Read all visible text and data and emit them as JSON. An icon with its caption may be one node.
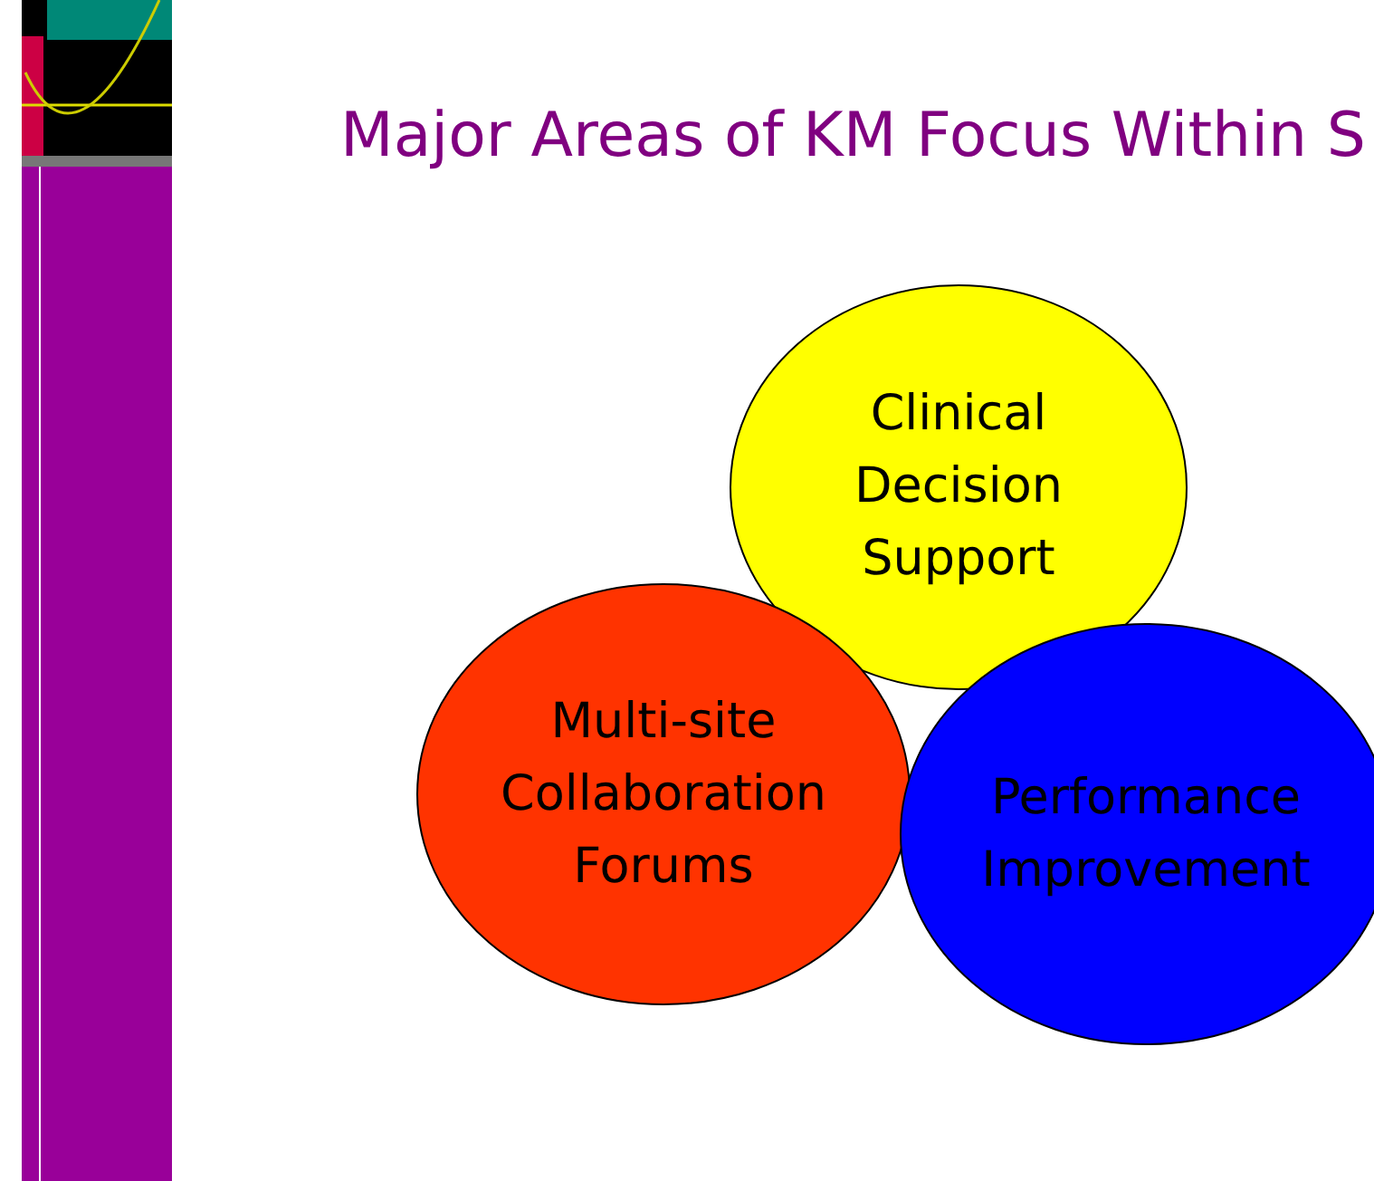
{
  "diagram": {
    "title": "Major Areas of KM Focus Within S",
    "nodes": [
      {
        "text": [
          "Clinical Decision Support"
        ]
      },
      {
        "text": [
          "Multi-site Collaboration Forums"
        ]
      },
      {
        "text": [
          "Performance Improvement"
        ]
      }
    ],
    "edges": []
  }
}
